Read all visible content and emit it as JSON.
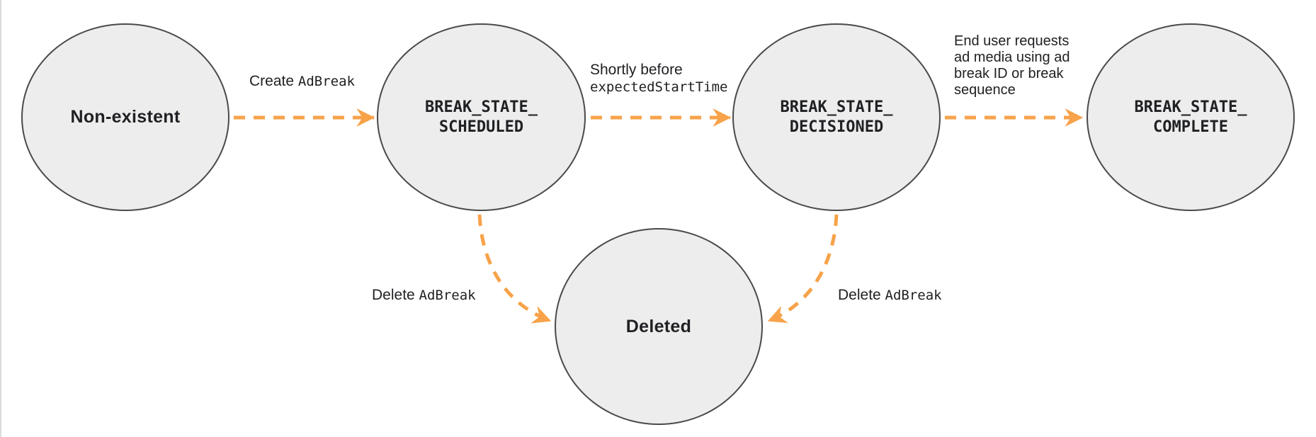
{
  "states": {
    "non_existent": {
      "label": "Non-existent"
    },
    "scheduled": {
      "line1": "BREAK_STATE_",
      "line2": "SCHEDULED"
    },
    "decisioned": {
      "line1": "BREAK_STATE_",
      "line2": "DECISIONED"
    },
    "complete": {
      "line1": "BREAK_STATE_",
      "line2": "COMPLETE"
    },
    "deleted": {
      "label": "Deleted"
    }
  },
  "transitions": {
    "create": {
      "prefix": "Create ",
      "code": "AdBreak"
    },
    "shortly": {
      "line1": "Shortly before",
      "code_line": "expectedStartTime"
    },
    "end_user": {
      "lines": [
        "End user requests",
        "ad media using ad",
        "break ID or break",
        "sequence"
      ]
    },
    "delete_left": {
      "prefix": "Delete ",
      "code": "AdBreak"
    },
    "delete_right": {
      "prefix": "Delete ",
      "code": "AdBreak"
    }
  },
  "colors": {
    "arrow": "#F8A249",
    "node_fill": "#EDEDED",
    "node_stroke": "#4A4A4A",
    "text": "#202124"
  }
}
